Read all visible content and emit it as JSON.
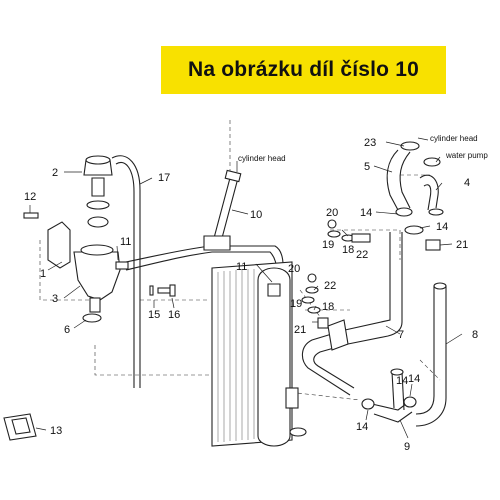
{
  "banner": {
    "text": "Na obrázku díl číslo 10",
    "background": "#f8e100"
  },
  "callouts": {
    "p1": "1",
    "p2": "2",
    "p3": "3",
    "p4": "4",
    "p5": "5",
    "p6": "6",
    "p7": "7",
    "p8": "8",
    "p9": "9",
    "p10": "10",
    "p11a": "11",
    "p11b": "11",
    "p12": "12",
    "p13": "13",
    "p14a": "14",
    "p14b": "14",
    "p14c": "14",
    "p14d": "14",
    "p14e": "14",
    "p15": "15",
    "p16": "16",
    "p17": "17",
    "p18a": "18",
    "p18b": "18",
    "p19a": "19",
    "p19b": "19",
    "p20a": "20",
    "p20b": "20",
    "p21a": "21",
    "p21b": "21",
    "p22a": "22",
    "p22b": "22",
    "p23": "23"
  },
  "annotations": {
    "cylinder_head_center": "cylinder head",
    "cylinder_head_right": "cylinder head",
    "water_pump": "water pump"
  }
}
